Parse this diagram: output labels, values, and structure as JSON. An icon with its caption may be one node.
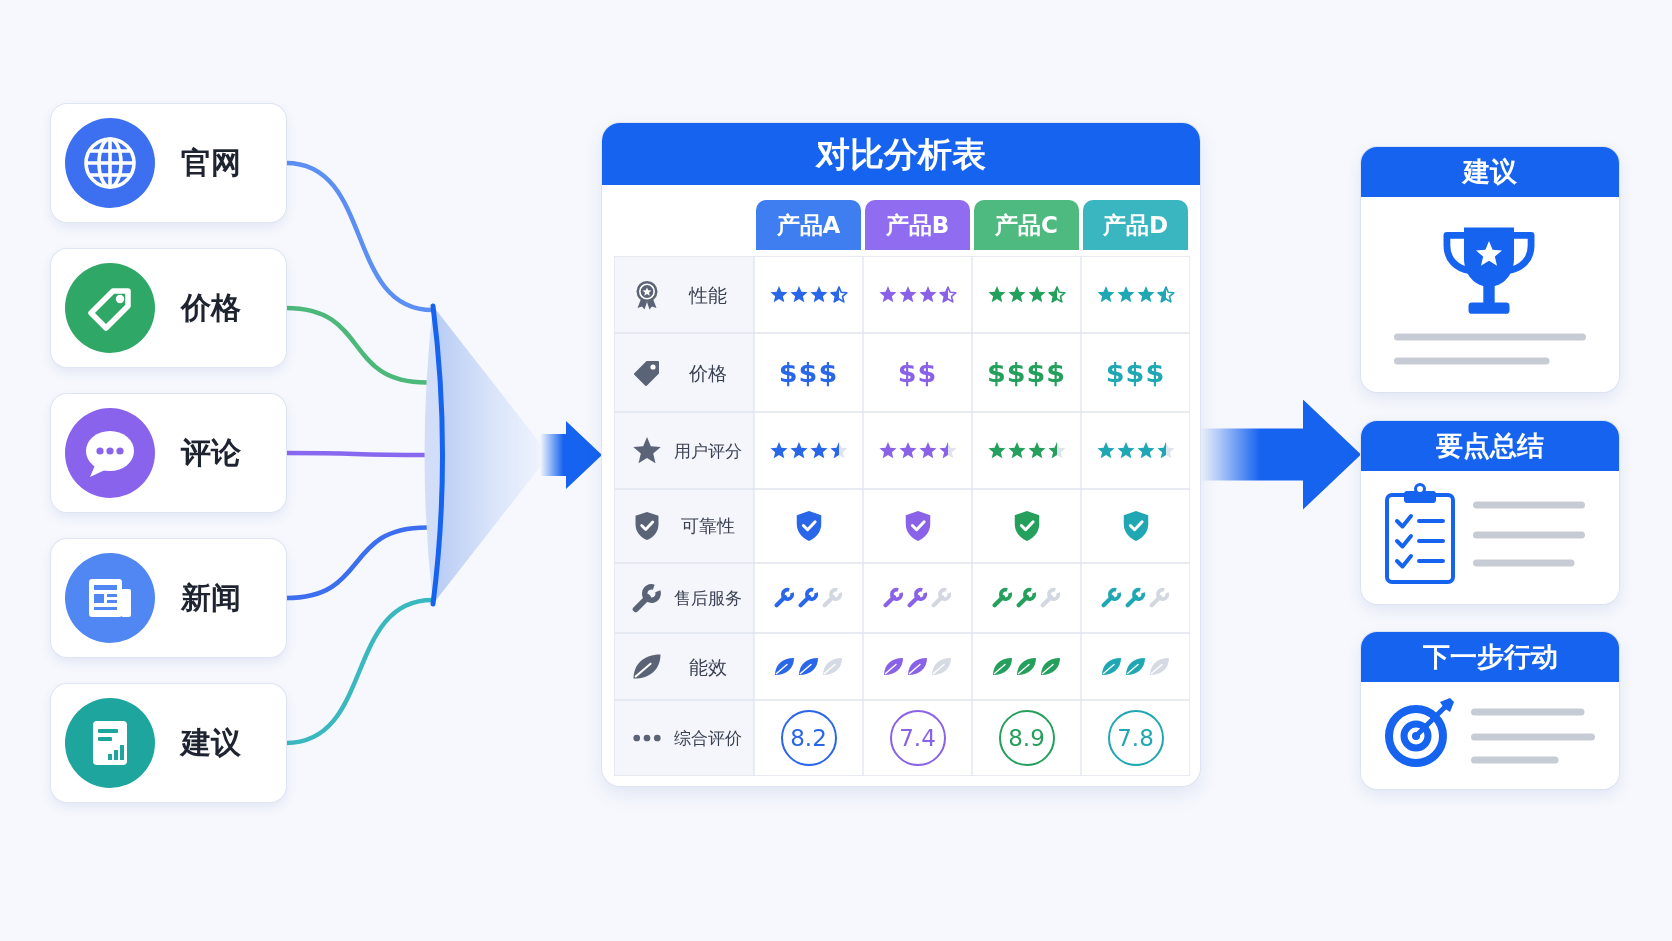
{
  "diagram": {
    "nodes": [
      {
        "text": [
          "官网"
        ]
      },
      {
        "text": [
          "价格"
        ]
      },
      {
        "text": [
          "评论"
        ]
      },
      {
        "text": [
          "新闻"
        ]
      },
      {
        "text": [
          "建议"
        ]
      },
      {
        "text": [],
        "shape": "funnel"
      },
      {
        "text": [
          "对比分析表"
        ]
      },
      {
        "text": [
          "产品A"
        ],
        "in": 6
      },
      {
        "text": [
          "产品B"
        ],
        "in": 6
      },
      {
        "text": [
          "产品C"
        ],
        "in": 6
      },
      {
        "text": [
          "产品D"
        ],
        "in": 6
      },
      {
        "text": [
          "8.2"
        ],
        "in": 6
      },
      {
        "text": [
          "7.4"
        ],
        "in": 6
      },
      {
        "text": [
          "8.9"
        ],
        "in": 6
      },
      {
        "text": [
          "7.8"
        ],
        "in": 6
      },
      {
        "text": [
          "建议"
        ]
      },
      {
        "text": [
          "要点总结"
        ]
      },
      {
        "text": [
          "下一步行动"
        ]
      }
    ],
    "edges": [
      {
        "from": 0,
        "to": 5,
        "arrow": "none",
        "color": "#5b8ff3"
      },
      {
        "from": 1,
        "to": 5,
        "arrow": "none",
        "color": "#4cb87a"
      },
      {
        "from": 2,
        "to": 5,
        "arrow": "none",
        "color": "#8868ee"
      },
      {
        "from": 3,
        "to": 5,
        "arrow": "none",
        "color": "#3c6ff0"
      },
      {
        "from": 4,
        "to": 5,
        "arrow": "none",
        "color": "#3ab8c0"
      },
      {
        "from": 5,
        "to": 6,
        "arrow": "to",
        "style": "thick",
        "color": "#1663ef"
      },
      {
        "from": 6,
        "to": 16,
        "arrow": "to",
        "style": "thick",
        "color": "#1663ef"
      }
    ],
    "labels": [
      "性能",
      "价格",
      "$$$",
      "$$",
      "$$$$",
      "$$$",
      "用户评分",
      "可靠性",
      "售后服务",
      "能效",
      "综合评价"
    ]
  }
}
